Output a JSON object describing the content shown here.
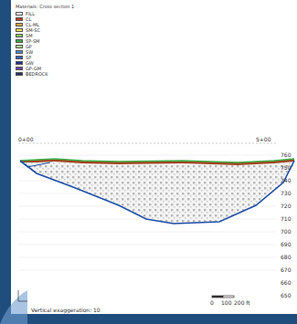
{
  "diagram": {
    "labels": [
      "Materials: Cross section 1",
      "760",
      "750",
      "740",
      "730",
      "720",
      "710",
      "700",
      "690",
      "680",
      "670",
      "660",
      "650",
      "0",
      "100",
      "200 ft",
      "0+00",
      "5+00",
      "Vertical exaggeration: 10"
    ],
    "legend": [
      {
        "text": "FILL",
        "color": "#ffffff"
      },
      {
        "text": "CL",
        "color": "#c0392b"
      },
      {
        "text": "CL-ML",
        "color": "#e8a33c"
      },
      {
        "text": "SM-SC",
        "color": "#f3e04a"
      },
      {
        "text": "SM",
        "color": "#7dcf5a"
      },
      {
        "text": "SP-SM",
        "color": "#3fae49"
      },
      {
        "text": "GP",
        "color": "#a7e08a"
      },
      {
        "text": "SW",
        "color": "#4a8fd8"
      },
      {
        "text": "SP",
        "color": "#2f5fbf"
      },
      {
        "text": "GW",
        "color": "#24348f"
      },
      {
        "text": "GP-GM",
        "color": "#6a3fa8"
      },
      {
        "text": "BEDROCK",
        "color": "#2a2f6e"
      }
    ]
  }
}
